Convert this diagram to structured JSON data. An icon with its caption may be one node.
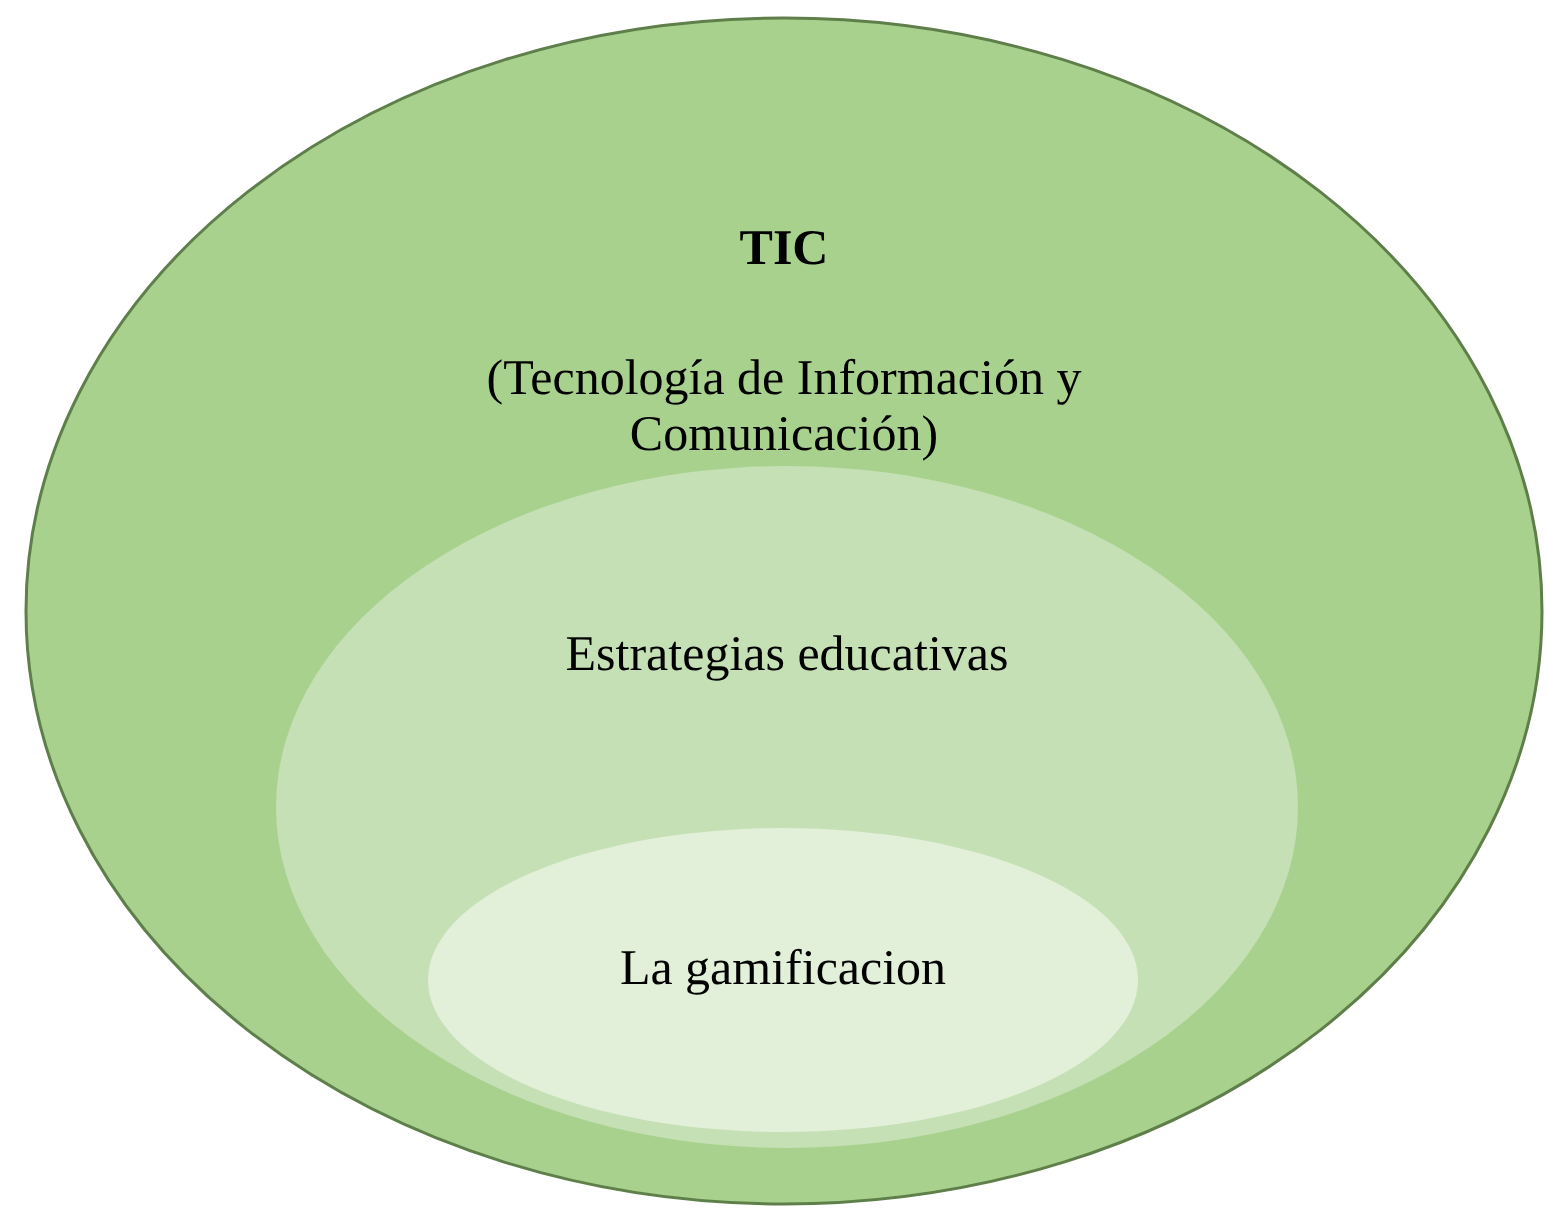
{
  "diagram": {
    "nodes": [
      {
        "text": [
          "TIC",
          "(Tecnología de Información y Comunicación)"
        ]
      },
      {
        "text": [
          "Estrategias educativas"
        ],
        "in": 0
      },
      {
        "text": [
          "La gamificacion"
        ],
        "in": 1
      }
    ]
  }
}
